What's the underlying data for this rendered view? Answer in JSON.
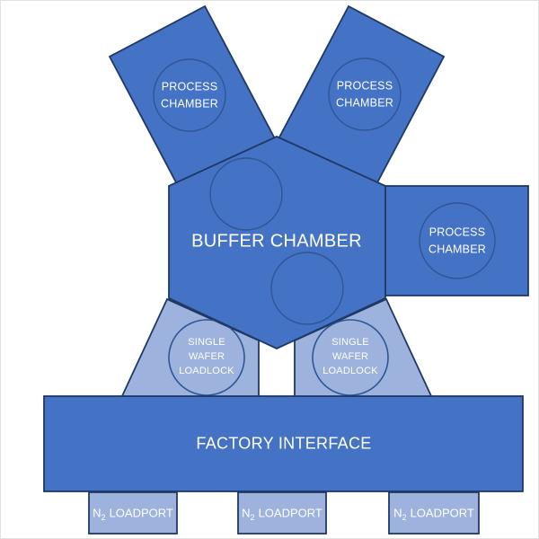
{
  "colors": {
    "main_fill": "#4472C4",
    "light_fill": "#9DB3DD",
    "outline": "#1F3864",
    "inner_circle_outline": "#2F5597",
    "label_text": "#FFFFFF",
    "background": "#FFFFFF"
  },
  "diagram": {
    "process_chambers": [
      {
        "label": "PROCESS CHAMBER"
      },
      {
        "label": "PROCESS CHAMBER"
      },
      {
        "label": "PROCESS CHAMBER"
      }
    ],
    "buffer_chamber": {
      "label": "BUFFER CHAMBER"
    },
    "loadlocks": [
      {
        "label": "SINGLE WAFER LOADLOCK"
      },
      {
        "label": "SINGLE WAFER LOADLOCK"
      }
    ],
    "factory_interface": {
      "label": "FACTORY INTERFACE"
    },
    "loadports": [
      {
        "gas": "N",
        "subscript": "2",
        "label": "LOADPORT"
      },
      {
        "gas": "N",
        "subscript": "2",
        "label": "LOADPORT"
      },
      {
        "gas": "N",
        "subscript": "2",
        "label": "LOADPORT"
      }
    ]
  }
}
